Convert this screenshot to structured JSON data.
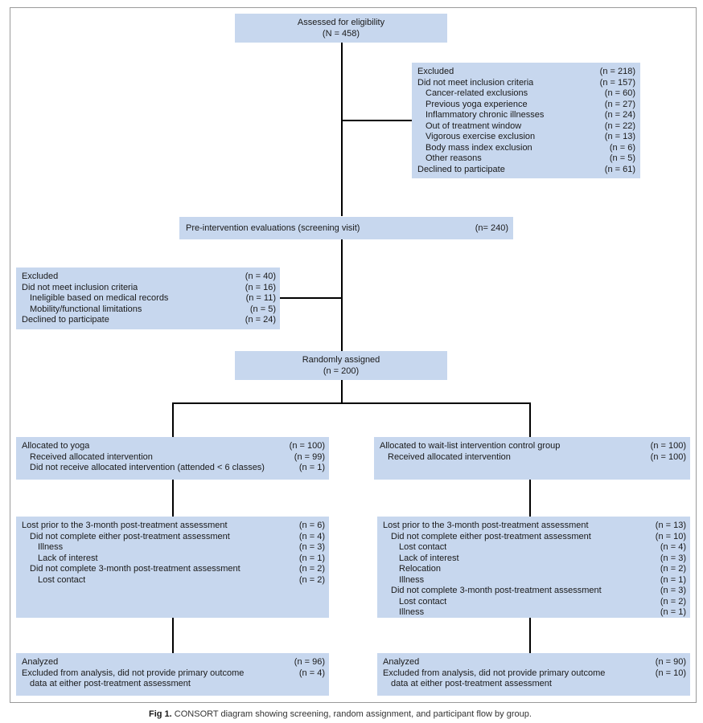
{
  "assessed": {
    "title": "Assessed for eligibility",
    "n": "(N = 458)"
  },
  "excluded1": {
    "rows": [
      {
        "label": "Excluded",
        "n": "(n = 218)",
        "indent": 0
      },
      {
        "label": "Did not meet inclusion criteria",
        "n": "(n = 157)",
        "indent": 0
      },
      {
        "label": "Cancer-related exclusions",
        "n": "(n = 60)",
        "indent": 1
      },
      {
        "label": "Previous yoga experience",
        "n": "(n = 27)",
        "indent": 1
      },
      {
        "label": "Inflammatory chronic illnesses",
        "n": "(n = 24)",
        "indent": 1
      },
      {
        "label": "Out of treatment window",
        "n": "(n = 22)",
        "indent": 1
      },
      {
        "label": "Vigorous exercise exclusion",
        "n": "(n = 13)",
        "indent": 1
      },
      {
        "label": "Body mass index exclusion",
        "n": "(n = 6)",
        "indent": 1
      },
      {
        "label": "Other reasons",
        "n": "(n = 5)",
        "indent": 1
      },
      {
        "label": "Declined to participate",
        "n": "(n = 61)",
        "indent": 0
      }
    ]
  },
  "pre": {
    "title": "Pre-intervention evaluations (screening visit)",
    "n": "(n= 240)"
  },
  "excluded2": {
    "rows": [
      {
        "label": "Excluded",
        "n": "(n = 40)",
        "indent": 0
      },
      {
        "label": "Did not meet inclusion criteria",
        "n": "(n = 16)",
        "indent": 0
      },
      {
        "label": "Ineligible based on medical records",
        "n": "(n = 11)",
        "indent": 1
      },
      {
        "label": "Mobility/functional limitations",
        "n": "(n = 5)",
        "indent": 1
      },
      {
        "label": "Declined to participate",
        "n": "(n = 24)",
        "indent": 0
      }
    ]
  },
  "randomized": {
    "title": "Randomly assigned",
    "n": "(n = 200)"
  },
  "alloc_yoga": {
    "rows": [
      {
        "label": "Allocated to yoga",
        "n": "(n = 100)",
        "indent": 0
      },
      {
        "label": "Received allocated intervention",
        "n": "(n = 99)",
        "indent": 1
      },
      {
        "label": "Did not receive allocated intervention (attended < 6 classes)",
        "n": "(n = 1)",
        "indent": 1
      }
    ]
  },
  "alloc_wait": {
    "rows": [
      {
        "label": "Allocated to wait-list intervention control group",
        "n": "(n = 100)",
        "indent": 0
      },
      {
        "label": "Received allocated intervention",
        "n": "(n = 100)",
        "indent": 1
      }
    ]
  },
  "lost_yoga": {
    "rows": [
      {
        "label": "Lost prior to the 3-month post-treatment assessment",
        "n": "(n = 6)",
        "indent": 0
      },
      {
        "label": "Did not complete either post-treatment assessment",
        "n": "(n = 4)",
        "indent": 1
      },
      {
        "label": "Illness",
        "n": "(n = 3)",
        "indent": 2
      },
      {
        "label": "Lack of interest",
        "n": "(n = 1)",
        "indent": 2
      },
      {
        "label": "Did not complete 3-month post-treatment assessment",
        "n": "(n = 2)",
        "indent": 1
      },
      {
        "label": "Lost contact",
        "n": "(n = 2)",
        "indent": 2
      }
    ]
  },
  "lost_wait": {
    "rows": [
      {
        "label": "Lost prior to the 3-month post-treatment assessment",
        "n": "(n = 13)",
        "indent": 0
      },
      {
        "label": "Did not complete either post-treatment assessment",
        "n": "(n = 10)",
        "indent": 1
      },
      {
        "label": "Lost contact",
        "n": "(n = 4)",
        "indent": 2
      },
      {
        "label": "Lack of interest",
        "n": "(n = 3)",
        "indent": 2
      },
      {
        "label": "Relocation",
        "n": "(n = 2)",
        "indent": 2
      },
      {
        "label": "Illness",
        "n": "(n = 1)",
        "indent": 2
      },
      {
        "label": "Did not complete 3-month post-treatment assessment",
        "n": "(n = 3)",
        "indent": 1
      },
      {
        "label": "Lost contact",
        "n": "(n = 2)",
        "indent": 2
      },
      {
        "label": "Illness",
        "n": "(n = 1)",
        "indent": 2
      }
    ]
  },
  "analyzed_yoga": {
    "rows": [
      {
        "label": "Analyzed",
        "n": "(n = 96)",
        "indent": 0
      },
      {
        "label": "Excluded from analysis, did not provide primary outcome",
        "n": "(n = 4)",
        "indent": 0
      },
      {
        "label": "data at either post-treatment assessment",
        "n": "",
        "indent": 1
      }
    ]
  },
  "analyzed_wait": {
    "rows": [
      {
        "label": "Analyzed",
        "n": "(n = 90)",
        "indent": 0
      },
      {
        "label": "Excluded from analysis, did not provide primary outcome",
        "n": "(n = 10)",
        "indent": 0
      },
      {
        "label": "data at either post-treatment assessment",
        "n": "",
        "indent": 1
      }
    ]
  },
  "caption": {
    "label": "Fig 1.",
    "text": "CONSORT diagram showing screening, random assignment, and participant flow by group."
  }
}
